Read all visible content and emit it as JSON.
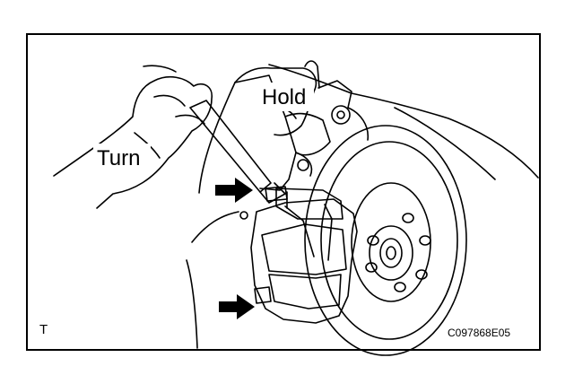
{
  "labels": {
    "turn": "Turn",
    "hold": "Hold",
    "view_code": "T",
    "figure_code": "C097868E05"
  },
  "icons": [
    "arrow-icon",
    "arrow-icon"
  ],
  "colors": {
    "ink": "#000000",
    "paper": "#ffffff"
  }
}
